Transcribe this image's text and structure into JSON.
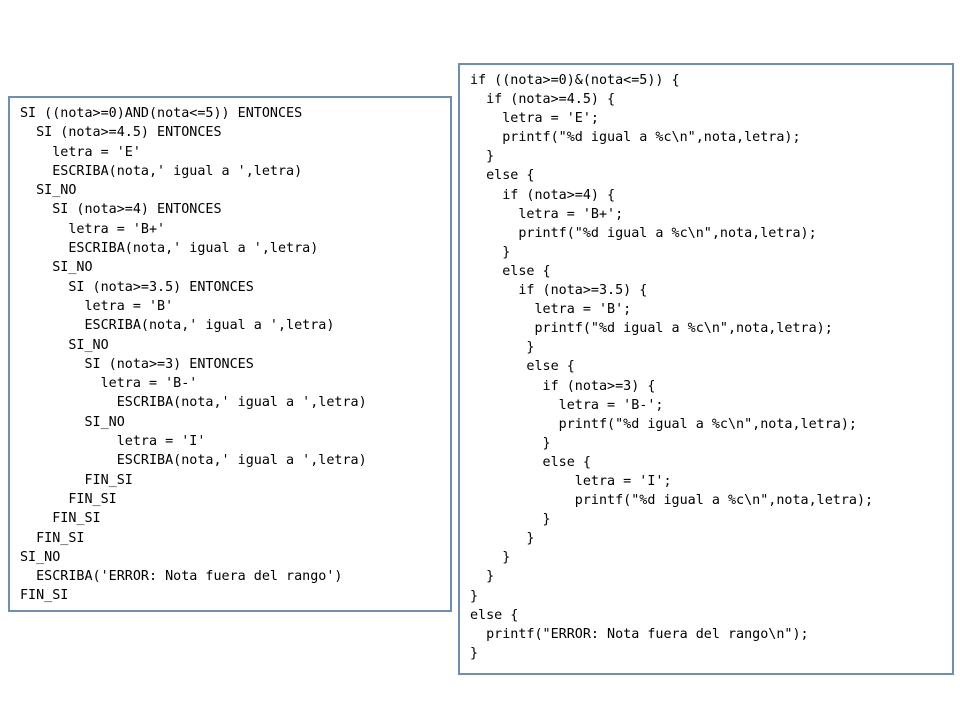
{
  "pseudocode": {
    "lines": [
      "SI ((nota>=0)AND(nota<=5)) ENTONCES",
      "  SI (nota>=4.5) ENTONCES",
      "    letra = 'E'",
      "    ESCRIBA(nota,' igual a ',letra)",
      "  SI_NO",
      "    SI (nota>=4) ENTONCES",
      "      letra = 'B+'",
      "      ESCRIBA(nota,' igual a ',letra)",
      "    SI_NO",
      "      SI (nota>=3.5) ENTONCES",
      "        letra = 'B'",
      "        ESCRIBA(nota,' igual a ',letra)",
      "      SI_NO",
      "        SI (nota>=3) ENTONCES",
      "          letra = 'B-'",
      "            ESCRIBA(nota,' igual a ',letra)",
      "        SI_NO",
      "            letra = 'I'",
      "            ESCRIBA(nota,' igual a ',letra)",
      "        FIN_SI",
      "      FIN_SI",
      "    FIN_SI",
      "  FIN_SI",
      "SI_NO",
      "  ESCRIBA('ERROR: Nota fuera del rango')",
      "FIN_SI"
    ]
  },
  "c_code": {
    "lines": [
      "if ((nota>=0)&(nota<=5)) {",
      "  if (nota>=4.5) {",
      "    letra = 'E';",
      "    printf(\"%d igual a %c\\n\",nota,letra);",
      "  }",
      "  else {",
      "    if (nota>=4) {",
      "      letra = 'B+';",
      "      printf(\"%d igual a %c\\n\",nota,letra);",
      "    }",
      "    else {",
      "      if (nota>=3.5) {",
      "        letra = 'B';",
      "        printf(\"%d igual a %c\\n\",nota,letra);",
      "       }",
      "       else {",
      "         if (nota>=3) {",
      "           letra = 'B-';",
      "           printf(\"%d igual a %c\\n\",nota,letra);",
      "         }",
      "         else {",
      "             letra = 'I';",
      "             printf(\"%d igual a %c\\n\",nota,letra);",
      "         }",
      "       }",
      "    }",
      "  }",
      "}",
      "else {",
      "  printf(\"ERROR: Nota fuera del rango\\n\");",
      "}"
    ]
  },
  "colors": {
    "border": "#6d8fb6",
    "text": "#000000",
    "background": "#ffffff"
  }
}
